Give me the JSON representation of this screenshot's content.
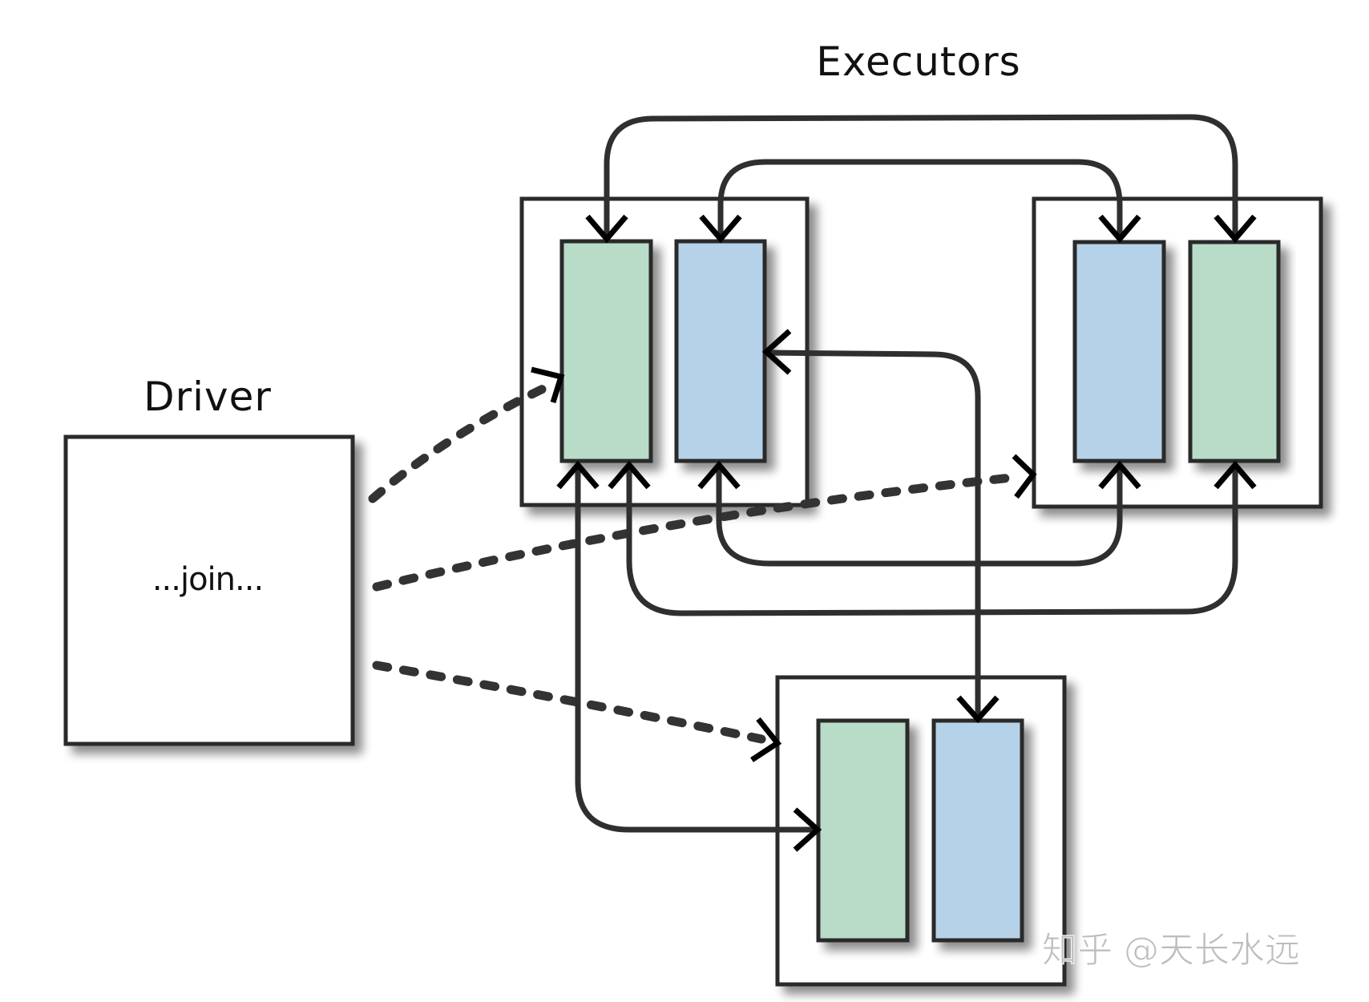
{
  "diagram": {
    "driver": {
      "title": "Driver",
      "content": "...join..."
    },
    "executors_title": "Executors",
    "colors": {
      "green_partition": "#b9dcc8",
      "blue_partition": "#b6d2e9",
      "line": "#2f2f2f",
      "background": "#ffffff"
    },
    "executors": [
      {
        "id": "executor-1",
        "partitions": [
          {
            "color": "green"
          },
          {
            "color": "blue"
          }
        ]
      },
      {
        "id": "executor-2",
        "partitions": [
          {
            "color": "blue"
          },
          {
            "color": "green"
          }
        ]
      },
      {
        "id": "executor-3",
        "partitions": [
          {
            "color": "green"
          },
          {
            "color": "blue"
          }
        ]
      }
    ],
    "edges": [
      {
        "from": "driver",
        "to": "executor-1",
        "style": "dotted"
      },
      {
        "from": "driver",
        "to": "executor-2",
        "style": "dotted"
      },
      {
        "from": "driver",
        "to": "executor-3",
        "style": "dotted"
      },
      {
        "from": "executor-2.green",
        "to": "executor-1.green",
        "style": "solid"
      },
      {
        "from": "executor-2.blue",
        "to": "executor-1.blue",
        "style": "solid"
      },
      {
        "from": "executor-1.blue",
        "to": "executor-2.blue",
        "style": "solid"
      },
      {
        "from": "executor-1.green",
        "to": "executor-2.green",
        "style": "solid"
      },
      {
        "from": "executor-3.blue",
        "to": "executor-1.blue",
        "style": "solid"
      },
      {
        "from": "executor-1.green",
        "to": "executor-3.green",
        "style": "solid"
      }
    ],
    "watermark": "知乎 @天长水远"
  }
}
